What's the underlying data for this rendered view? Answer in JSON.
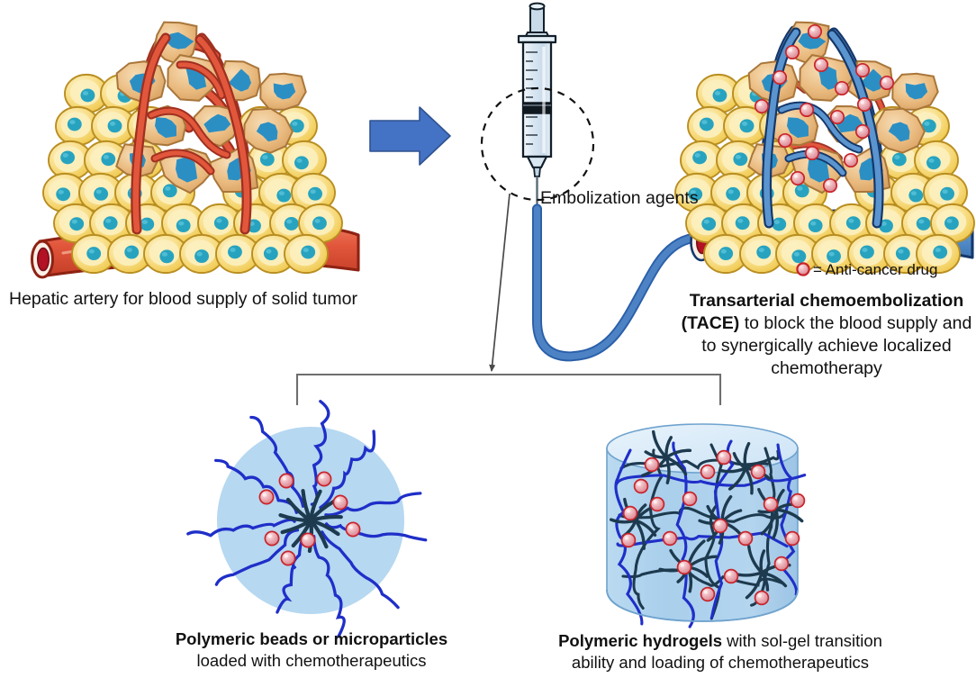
{
  "figure": {
    "title": "Transarterial chemoembolization (TACE) schematic",
    "labels": {
      "hepatic_artery": "Hepatic artery for blood supply of solid tumor",
      "embolization_agents": "Embolization agents",
      "legend_drug": "= Anti-cancer drug",
      "tace_bold": "Transarterial chemoembolization (TACE)",
      "tace_bold_line1": "Transarterial chemoembolization",
      "tace_bold_line2": "(TACE)",
      "tace_rest": " to block the blood supply and to synergically achieve localized chemotherapy",
      "beads_bold": "Polymeric beads or microparticles",
      "beads_rest": "loaded with chemotherapeutics",
      "gel_bold": "Polymeric hydrogels",
      "gel_rest": " with sol-gel transition ability and loading of chemotherapeutics"
    },
    "colors": {
      "cell_fill": "#F7D96B",
      "cell_inner": "#FCEFBE",
      "cell_nucleus": "#27A3C0",
      "tumor_fill": "#E9B97C",
      "tumor_nucleus": "#2B8FC4",
      "artery_red": "#E2573C",
      "artery_red_dark": "#B8311C",
      "artery_lumen": "#B21224",
      "vessel_blue": "#5B95CF",
      "vessel_blue_dark": "#2A5FA8",
      "catheter_blue": "#3E6FB0",
      "arrow_blue": "#4472C4",
      "drug_pink": "#E9A6AE",
      "drug_pink_edge": "#C9242B",
      "gel_body": "#AFD0EC",
      "gel_top": "#D9EAF8",
      "bead_fill": "#B8D8F0",
      "polymer_blue": "#1F2FC8",
      "polymer_dark": "#1D3A4F",
      "bracket_gray": "#6E6E6E",
      "syringe_body": "#DCE8F2",
      "syringe_edge": "#1A1A1A"
    },
    "icons": {
      "arrow": "right-arrow-icon",
      "syringe": "syringe-icon",
      "dashed_circle": "magnify-dashed-circle-icon",
      "catheter": "catheter-tube-icon",
      "bracket": "bracket-connector-icon",
      "drug_particle": "anti-cancer-drug-particle-icon"
    }
  },
  "panels": {
    "left": {
      "name": "solid-tumor-with-hepatic-artery"
    },
    "right": {
      "name": "embolized-tumor-after-tace"
    },
    "bead": {
      "name": "polymeric-bead-microparticle"
    },
    "hydrogel": {
      "name": "polymeric-hydrogel-cylinder"
    }
  }
}
